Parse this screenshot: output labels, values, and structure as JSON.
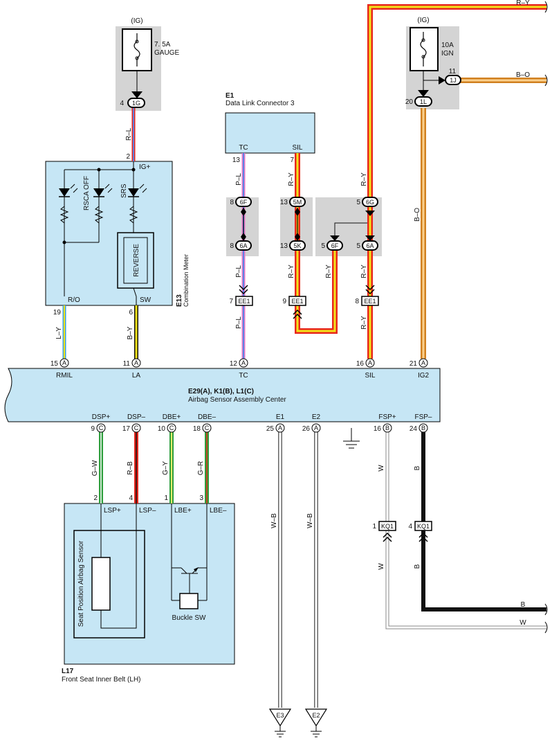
{
  "fuses": {
    "gauge": {
      "supply": "(IG)",
      "rating": "7. 5A",
      "name": "GAUGE",
      "pin": "4",
      "conn": "1G"
    },
    "ign": {
      "supply": "(IG)",
      "rating": "10A",
      "name": "IGN",
      "pin": "20",
      "conn": "1L",
      "tap_pin": "11",
      "tap_conn": "1J"
    }
  },
  "external_wires": {
    "top_right": "R–Y",
    "ign_tap": "B–O",
    "b_out": "B",
    "w_out": "W"
  },
  "meter": {
    "id": "E13",
    "name": "Combination Meter",
    "ig_pin": "IG+",
    "ig_num": "2",
    "lamps": [
      "RSCA OFF",
      "SRS"
    ],
    "reverse": "REVERSE",
    "ro_pin": "R/O",
    "sw_pin": "SW",
    "ro_num": "19",
    "sw_num": "6"
  },
  "dlc": {
    "id": "E1",
    "name": "Data Link Connector 3",
    "tc": "TC",
    "sil": "SIL",
    "tc_num": "13",
    "sil_num": "7"
  },
  "junctions": {
    "j6f_pin": "8",
    "j6f": "6F",
    "j6a_pin": "8",
    "j6a": "6A",
    "j5m_pin": "13",
    "j5m": "5M",
    "j5k_pin": "13",
    "j5k": "5K",
    "j6g_pin": "5",
    "j6g": "6G",
    "j6f2_pin": "5",
    "j6f2": "6F",
    "j6a2_pin": "5",
    "j6a2": "6A",
    "ee1_a_pin": "7",
    "ee1_b_pin": "9",
    "ee1_c_pin": "8",
    "ee1": "EE1"
  },
  "wires": {
    "rl": "R–L",
    "pl1": "P–L",
    "pl2": "P–L",
    "pl3": "P–L",
    "ry1": "R–Y",
    "ry2": "R–Y",
    "ry3": "R–Y",
    "ry4": "R–Y",
    "ry5": "R–Y",
    "ry6": "R–Y",
    "bo": "B–O",
    "ly": "L–Y",
    "by": "B–Y",
    "gw": "G–W",
    "rb": "R–B",
    "gy": "G–Y",
    "gr": "G–R",
    "wb1": "W–B",
    "wb2": "W–B",
    "w1": "W",
    "w2": "W",
    "b1": "B",
    "b2": "B"
  },
  "airbag_ecu": {
    "title": "E29(A), K1(B), L1(C)",
    "name": "Airbag Sensor Assembly Center",
    "top_pins": [
      {
        "num": "15",
        "conn": "A",
        "name": "RMIL"
      },
      {
        "num": "11",
        "conn": "A",
        "name": "LA"
      },
      {
        "num": "12",
        "conn": "A",
        "name": "TC"
      },
      {
        "num": "16",
        "conn": "A",
        "name": "SIL"
      },
      {
        "num": "21",
        "conn": "A",
        "name": "IG2"
      }
    ],
    "bottom_pins": [
      {
        "num": "9",
        "conn": "C",
        "name": "DSP+"
      },
      {
        "num": "17",
        "conn": "C",
        "name": "DSP–"
      },
      {
        "num": "10",
        "conn": "C",
        "name": "DBE+"
      },
      {
        "num": "18",
        "conn": "C",
        "name": "DBE–"
      },
      {
        "num": "25",
        "conn": "A",
        "name": "E1"
      },
      {
        "num": "26",
        "conn": "A",
        "name": "E2"
      },
      {
        "num": "16",
        "conn": "B",
        "name": "FSP+"
      },
      {
        "num": "24",
        "conn": "B",
        "name": "FSP–"
      }
    ]
  },
  "kq1": {
    "conn": "KQ1",
    "pin_a": "1",
    "pin_b": "4"
  },
  "belt": {
    "id": "L17",
    "name": "Front Seat Inner Belt (LH)",
    "pins": [
      {
        "num": "2",
        "name": "LSP+"
      },
      {
        "num": "4",
        "name": "LSP–"
      },
      {
        "num": "1",
        "name": "LBE+"
      },
      {
        "num": "3",
        "name": "LBE–"
      }
    ],
    "sensor": "Seat Position Airbag Sensor",
    "buckle": "Buckle SW"
  },
  "grounds": {
    "e3": "E3",
    "e2": "E2"
  },
  "colors": {
    "box_fill": "#c6e6f5",
    "gray_fill": "#d4d4d4",
    "red": "#e8261c",
    "yellow": "#f2e21a",
    "orange": "#f4a640",
    "pink": "#e97ac8",
    "blue": "#5b86e5",
    "green": "#2e9e3c",
    "lightyellow": "#d8e86a"
  }
}
